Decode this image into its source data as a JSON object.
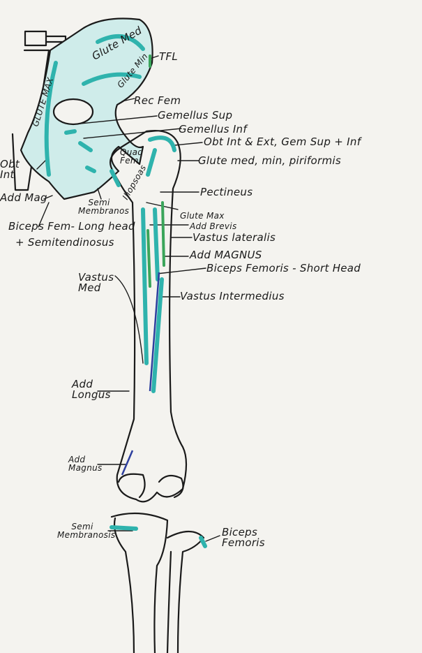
{
  "colors": {
    "paper": "#f4f3ef",
    "ink": "#1a1a1a",
    "teal": "#2fb3ad",
    "green": "#3aa55a",
    "blue": "#2d3f9e"
  },
  "labels": {
    "glute_med_top": "Glute Med",
    "glute_min": "Glute Min",
    "glute_max_pelvis": "GLUTE MAX",
    "tfl": "TFL",
    "rec_fem": "Rec Fem",
    "gemellus_sup": "Gemellus Sup",
    "gemellus_inf": "Gemellus Inf",
    "obt_int_ext": "Obt Int & Ext, Gem Sup + Inf",
    "glute_med_min_piriformis": "Glute med, min, piriformis",
    "quad_fem": "Quad Fem",
    "iliopsoas": "Iliopsoas",
    "obt_int": "Obt Int",
    "add_mag_pelvis": "Add Mag",
    "semi_membranosus_pelvis": "Semi Membranos",
    "biceps_fem_long": "Biceps Fem- Long head",
    "semitendinosus": "+ Semitendinosus",
    "pectineus": "Pectineus",
    "glute_max_femur": "Glute Max",
    "add_brevis": "Add Brevis",
    "vastus_lateralis": "Vastus lateralis",
    "add_magnus_upper": "Add MAGNUS",
    "biceps_short": "Biceps Femoris - Short Head",
    "vastus_med": "Vastus Med",
    "vastus_intermedius": "Vastus Intermedius",
    "add_longus": "Add Longus",
    "add_magnus_lower": "Add Magnus",
    "semi_membranosis_knee": "Semi Membranosis",
    "biceps_femoris_knee": "Biceps Femoris"
  }
}
